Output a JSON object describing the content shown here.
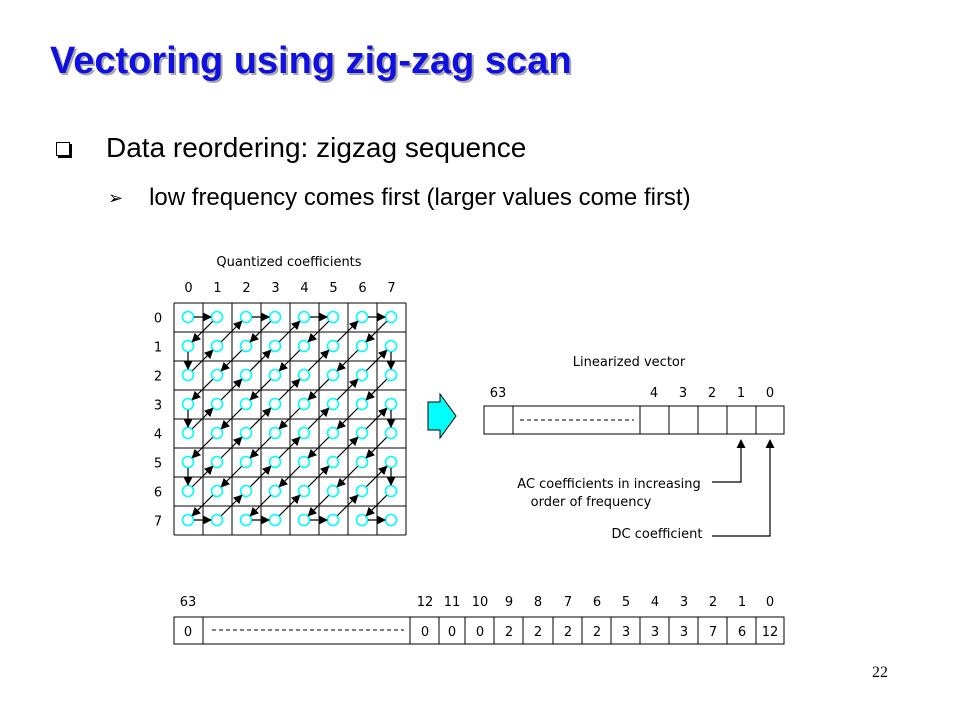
{
  "slide": {
    "title": "Vectoring using zig-zag scan",
    "bullets": [
      {
        "level": 1,
        "marker": "square-bullet-icon",
        "text": "Data reordering: zigzag sequence"
      },
      {
        "level": 2,
        "marker": "arrow-bullet-icon",
        "text": "low frequency comes first (larger values come first)"
      }
    ],
    "page_number": "22"
  },
  "diagram": {
    "grid": {
      "title": "Quantized coefficients",
      "column_labels": [
        "0",
        "1",
        "2",
        "3",
        "4",
        "5",
        "6",
        "7"
      ],
      "row_labels": [
        "0",
        "1",
        "2",
        "3",
        "4",
        "5",
        "6",
        "7"
      ]
    },
    "linear_vector": {
      "title": "Linearized vector",
      "index_labels": [
        "63",
        "4",
        "3",
        "2",
        "1",
        "0"
      ],
      "ac_label_line1": "AC coefficients in increasing",
      "ac_label_line2": "order of frequency",
      "dc_label": "DC coefficient"
    },
    "sequence": {
      "index_labels": [
        "63",
        "12",
        "11",
        "10",
        "9",
        "8",
        "7",
        "6",
        "5",
        "4",
        "3",
        "2",
        "1",
        "0"
      ],
      "values": [
        "0",
        "0",
        "0",
        "0",
        "2",
        "2",
        "2",
        "2",
        "3",
        "3",
        "3",
        "7",
        "6",
        "12"
      ]
    },
    "arrow_color": "#00ffff"
  }
}
